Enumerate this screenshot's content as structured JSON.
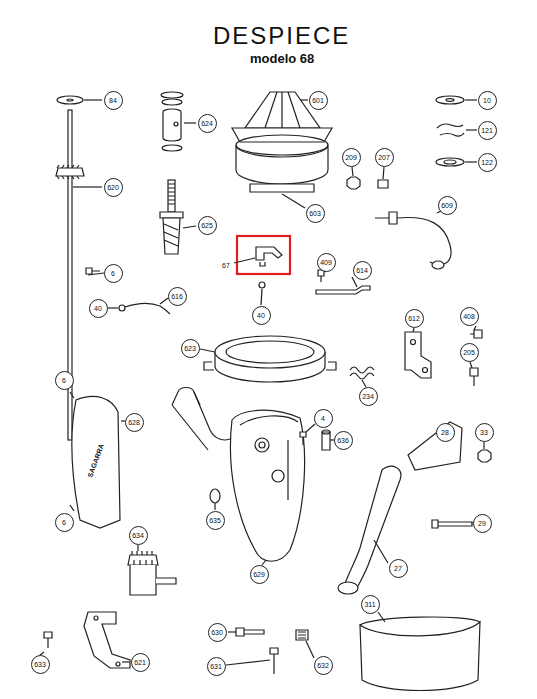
{
  "diagram": {
    "title": "DESPIECE",
    "labels": [
      "modelo 68",
      "84",
      "624",
      "601",
      "10",
      "121",
      "122",
      "209",
      "207",
      "620",
      "625",
      "603",
      "609",
      "67",
      "409",
      "614",
      "6",
      "40",
      "40",
      "616",
      "612",
      "408",
      "205",
      "623",
      "234",
      "6",
      "628",
      "SAGARRA",
      "4",
      "636",
      "28",
      "33",
      "6",
      "635",
      "29",
      "629",
      "27",
      "634",
      "311",
      "630",
      "633",
      "621",
      "631",
      "632"
    ]
  }
}
